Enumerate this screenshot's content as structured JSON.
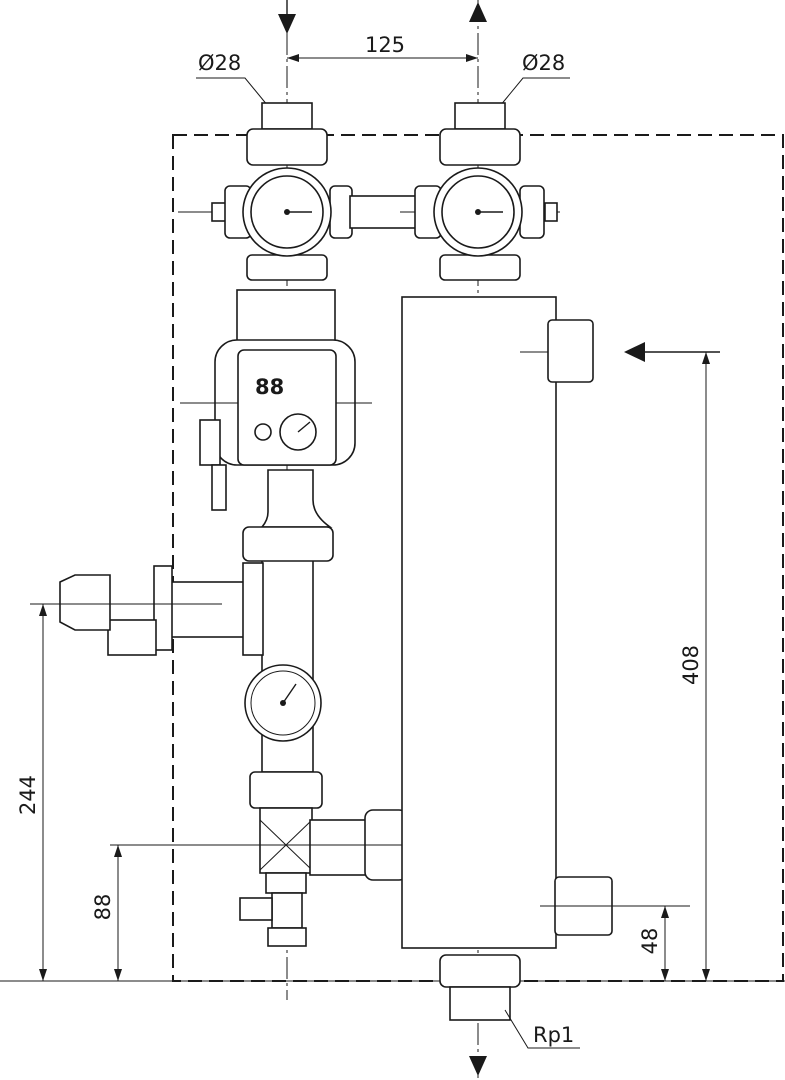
{
  "drawing": {
    "pipe_diameter_left": "Ø28",
    "pipe_diameter_right": "Ø28",
    "spacing_top": "125",
    "height_separator_inlet": "408",
    "height_left_valve": "244",
    "height_lower_connection": "88",
    "height_lower_right_outlet": "48",
    "bottom_thread": "Rp1",
    "pump_display": "88"
  }
}
